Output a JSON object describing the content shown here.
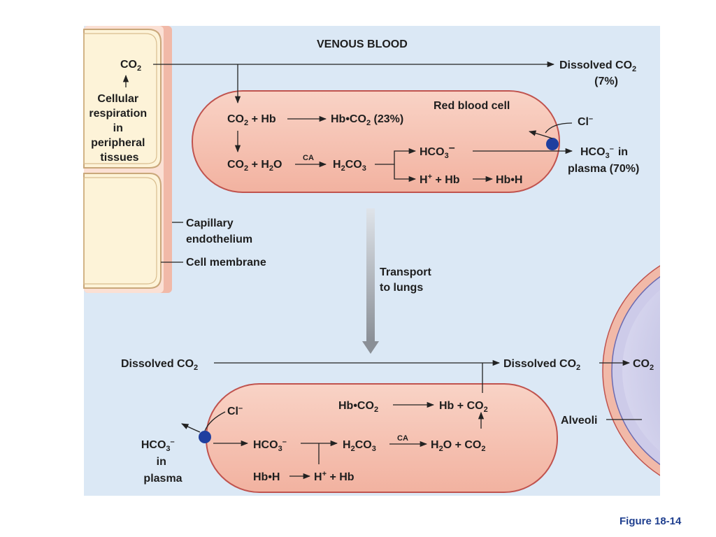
{
  "venous_title": "VENOUS BLOOD",
  "cell": {
    "co2": "CO",
    "sub2": "2",
    "respiration": [
      "Cellular",
      "respiration",
      "in",
      "peripheral",
      "tissues"
    ]
  },
  "rbc_top": {
    "label": "Red blood cell",
    "row1_left": "CO",
    "row1_left_tail": " + Hb",
    "row1_right": "Hb•CO",
    "row1_right_tail": " (23%)",
    "row2_a": "CO",
    "row2_b": " + H",
    "row2_c": "O",
    "ca": "CA",
    "h2co3_h": "H",
    "h2co3_co": "CO",
    "h2co3_3": "3",
    "hco3": "HCO",
    "hco3_minus": "–",
    "hplus_h": "H",
    "hplus_plus": "+",
    "hplus_tail": " + Hb",
    "hbh": "Hb•H"
  },
  "plasma_top": {
    "dissolved": "Dissolved CO",
    "dissolved_pct": "(7%)",
    "cl": "Cl",
    "cl_minus": "–",
    "hco3_plasma_a": "HCO",
    "hco3_plasma_b": "in",
    "hco3_plasma_c": "plasma (70%)"
  },
  "labels": {
    "capillary_1": "Capillary",
    "capillary_2": "endothelium",
    "cell_membrane": "Cell membrane",
    "transport_1": "Transport",
    "transport_2": "to lungs",
    "alveoli": "Alveoli"
  },
  "bottom": {
    "dissolved_left": "Dissolved CO",
    "dissolved_right": "Dissolved CO",
    "co2_end": "CO",
    "hbco2": "Hb•CO",
    "hb_plus": "Hb + CO",
    "cl": "Cl",
    "hco3_plasma": [
      "HCO",
      "in",
      "plasma"
    ],
    "hco3_cell": "HCO",
    "h2co3": "H",
    "ca": "CA",
    "h2o_co2_a": "H",
    "h2o_co2_b": "O + CO",
    "hbh": "Hb•H",
    "hplus_h": "H",
    "hplus_tail": " + Hb"
  },
  "caption": "Figure 18-14",
  "colors": {
    "plasma": "#dbe8f5",
    "rbc_fill": "#f6c6b8",
    "rbc_stroke": "#c0534e",
    "cell_fill": "#fdf3d8",
    "cell_stroke": "#c9a77a",
    "endothelium": "#f1b9a8",
    "channel": "#1f3f9f",
    "alveolus_fill": "#c8c6e6",
    "arrow": "#222222"
  }
}
